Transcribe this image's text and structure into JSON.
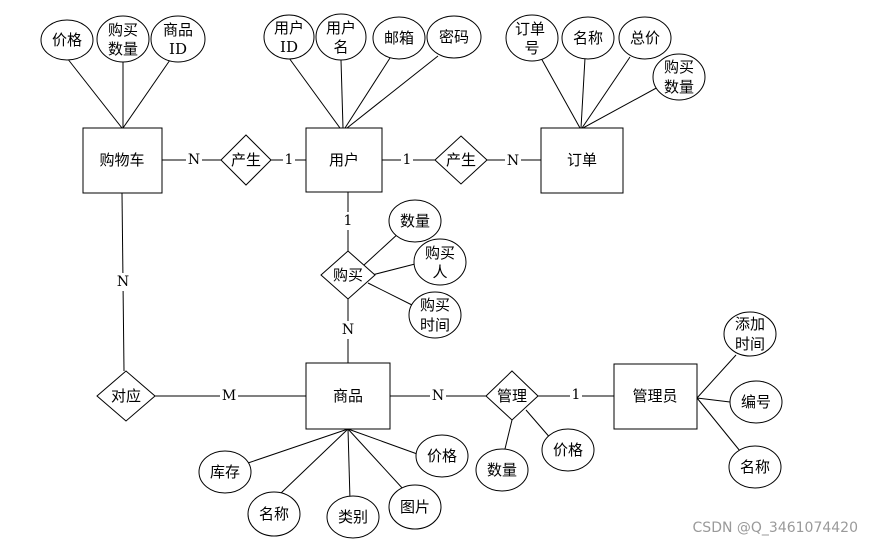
{
  "entities": {
    "cart": "购物车",
    "user": "用户",
    "order": "订单",
    "product": "商品",
    "admin": "管理员"
  },
  "relationships": {
    "cart_user": "产生",
    "user_order": "产生",
    "purchase": "购买",
    "correspond": "对应",
    "manage": "管理"
  },
  "attributes": {
    "cart_price": "价格",
    "cart_qty": [
      "购买",
      "数量"
    ],
    "cart_pid": [
      "商品",
      "ID"
    ],
    "user_id": [
      "用户",
      "ID"
    ],
    "user_name": [
      "用户",
      "名"
    ],
    "user_email": "邮箱",
    "user_pwd": "密码",
    "order_no": [
      "订单",
      "号"
    ],
    "order_name": "名称",
    "order_total": "总价",
    "order_qty": [
      "购买",
      "数量"
    ],
    "buy_qty": "数量",
    "buy_person": [
      "购买",
      "人"
    ],
    "buy_time": [
      "购买",
      "时间"
    ],
    "prod_stock": "库存",
    "prod_name": "名称",
    "prod_category": "类别",
    "prod_image": "图片",
    "prod_price": "价格",
    "mgr_qty": "数量",
    "mgr_price": "价格",
    "admin_addtime": [
      "添加",
      "时间"
    ],
    "admin_no": "编号",
    "admin_name": "名称"
  },
  "cardinalities": {
    "cart_side_generate": "N",
    "user_side_generate_left": "1",
    "user_side_generate_right": "1",
    "order_side_generate": "N",
    "user_side_purchase": "1",
    "product_side_purchase": "N",
    "cart_side_correspond": "N",
    "product_side_correspond": "M",
    "product_side_manage": "N",
    "admin_side_manage": "1"
  },
  "watermark": "CSDN @Q_3461074420"
}
